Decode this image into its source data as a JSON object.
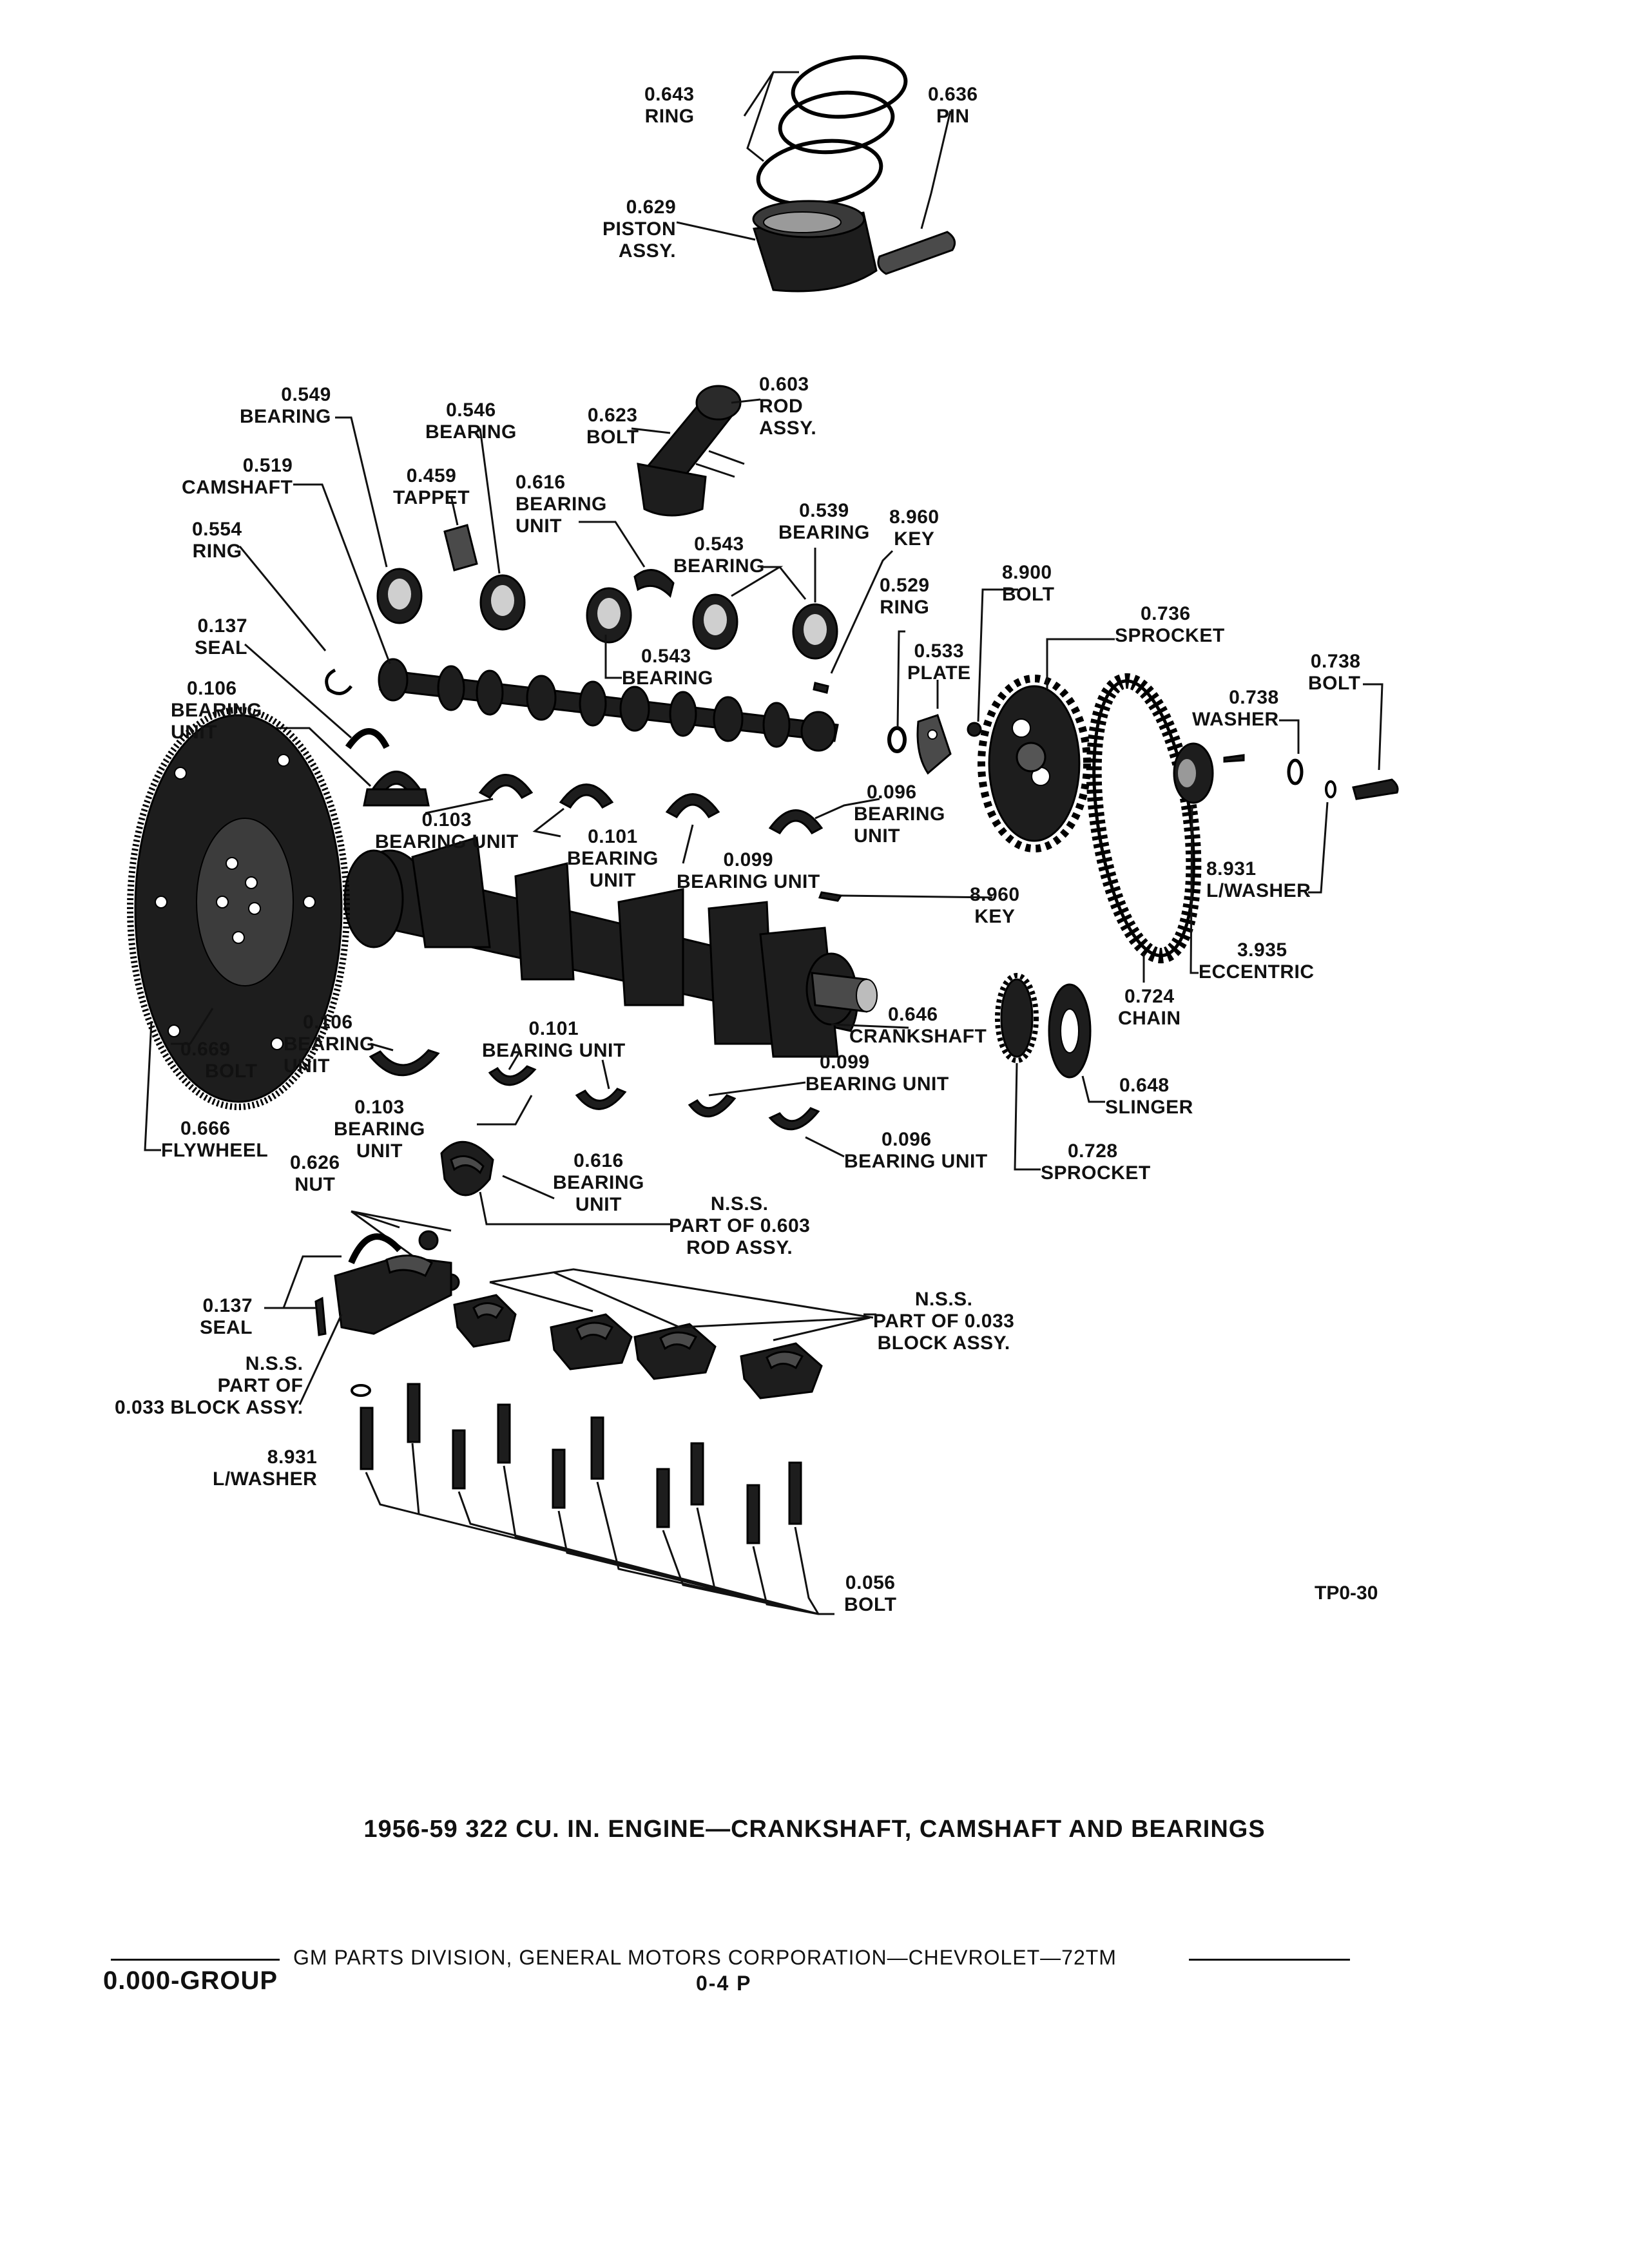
{
  "diagram": {
    "labels": {
      "ring_0643": [
        "0.643",
        "RING"
      ],
      "pin_0636": [
        "0.636",
        "PIN"
      ],
      "piston_0629": [
        "0.629",
        "PISTON",
        "ASSY."
      ],
      "bearing_0549": [
        "0.549",
        "BEARING"
      ],
      "bearing_0546": [
        "0.546",
        "BEARING"
      ],
      "bolt_0623": [
        "0.623",
        "BOLT"
      ],
      "rod_0603": [
        "0.603",
        "ROD",
        "ASSY."
      ],
      "camshaft_0519": [
        "0.519",
        "CAMSHAFT"
      ],
      "tappet_0459": [
        "0.459",
        "TAPPET"
      ],
      "bearing_unit_0616_top": [
        "0.616",
        "BEARING",
        "UNIT"
      ],
      "bearing_0539": [
        "0.539",
        "BEARING"
      ],
      "key_8960_top": [
        "8.960",
        "KEY"
      ],
      "ring_0554": [
        "0.554",
        "RING"
      ],
      "bearing_0543_a": [
        "0.543",
        "BEARING"
      ],
      "bolt_8900": [
        "8.900",
        "BOLT"
      ],
      "ring_0529": [
        "0.529",
        "RING"
      ],
      "sprocket_0736": [
        "0.736",
        "SPROCKET"
      ],
      "seal_0137_top": [
        "0.137",
        "SEAL"
      ],
      "bearing_0543_b": [
        "0.543",
        "BEARING"
      ],
      "plate_0533": [
        "0.533",
        "PLATE"
      ],
      "bolt_0738": [
        "0.738",
        "BOLT"
      ],
      "washer_0738": [
        "0.738",
        "WASHER"
      ],
      "bearing_unit_0106_top": [
        "0.106",
        "BEARING",
        "UNIT"
      ],
      "bearing_unit_0096_top": [
        "0.096",
        "BEARING",
        "UNIT"
      ],
      "bearing_unit_0103_top": [
        "0.103",
        "BEARING UNIT"
      ],
      "bearing_unit_0101_top": [
        "0.101",
        "BEARING",
        "UNIT"
      ],
      "bearing_unit_0099_top": [
        "0.099",
        "BEARING UNIT"
      ],
      "key_8960_bottom": [
        "8.960",
        "KEY"
      ],
      "lwasher_8931_top": [
        "8.931",
        "L/WASHER"
      ],
      "eccentric_3935": [
        "3.935",
        "ECCENTRIC"
      ],
      "chain_0724": [
        "0.724",
        "CHAIN"
      ],
      "crankshaft_0646": [
        "0.646",
        "CRANKSHAFT"
      ],
      "bolt_0669": [
        "0.669",
        "BOLT"
      ],
      "bearing_unit_0106_bottom": [
        "0.106",
        "BEARING",
        "UNIT"
      ],
      "bearing_unit_0101_bottom": [
        "0.101",
        "BEARING UNIT"
      ],
      "bearing_unit_0099_bottom": [
        "0.099",
        "BEARING UNIT"
      ],
      "slinger_0648": [
        "0.648",
        "SLINGER"
      ],
      "flywheel_0666": [
        "0.666",
        "FLYWHEEL"
      ],
      "bearing_unit_0103_bottom": [
        "0.103",
        "BEARING",
        "UNIT"
      ],
      "bearing_unit_0096_bottom": [
        "0.096",
        "BEARING UNIT"
      ],
      "sprocket_0728": [
        "0.728",
        "SPROCKET"
      ],
      "nut_0626": [
        "0.626",
        "NUT"
      ],
      "bearing_unit_0616_bottom": [
        "0.616",
        "BEARING",
        "UNIT"
      ],
      "nss_rod": [
        "N.S.S.",
        "PART OF 0.603",
        "ROD ASSY."
      ],
      "seal_0137_bottom": [
        "0.137",
        "SEAL"
      ],
      "nss_block_right": [
        "N.S.S.",
        "PART OF 0.033",
        "BLOCK ASSY."
      ],
      "nss_block_left": [
        "N.S.S.",
        "PART OF",
        "0.033 BLOCK ASSY."
      ],
      "lwasher_8931_bottom": [
        "8.931",
        "L/WASHER"
      ],
      "bolt_0056": [
        "0.056",
        "BOLT"
      ]
    }
  },
  "figure_code": "TP0-30",
  "caption": "1956-59 322 CU. IN. ENGINE—CRANKSHAFT, CAMSHAFT AND BEARINGS",
  "footer": {
    "publisher_line": "GM PARTS DIVISION, GENERAL MOTORS CORPORATION—CHEVROLET—72TM",
    "group": "0.000-GROUP",
    "page": "0-4 P"
  }
}
